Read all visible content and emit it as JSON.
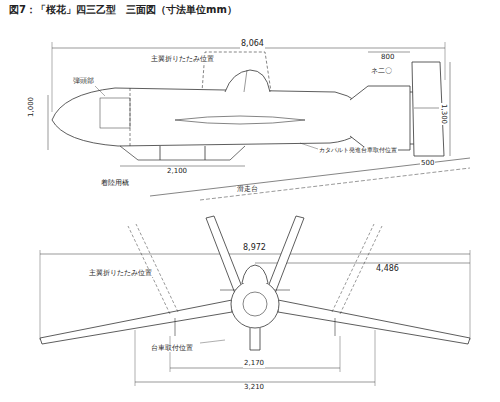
{
  "diagram": {
    "title": "図7：「桜花」四三乙型　三面図（寸法単位mm）",
    "labels": [
      "8,064",
      "主翼折りたたみ位置",
      "弾頭部",
      "1,000",
      "2,100",
      "着陸用橇",
      "滑走台",
      "800",
      "1,300",
      "ネ二〇",
      "カタパルト発進台車取付位置",
      "500",
      "8,972",
      "4,486",
      "主翼折りたたみ位置",
      "台車取付位置",
      "2,170",
      "3,210"
    ]
  }
}
